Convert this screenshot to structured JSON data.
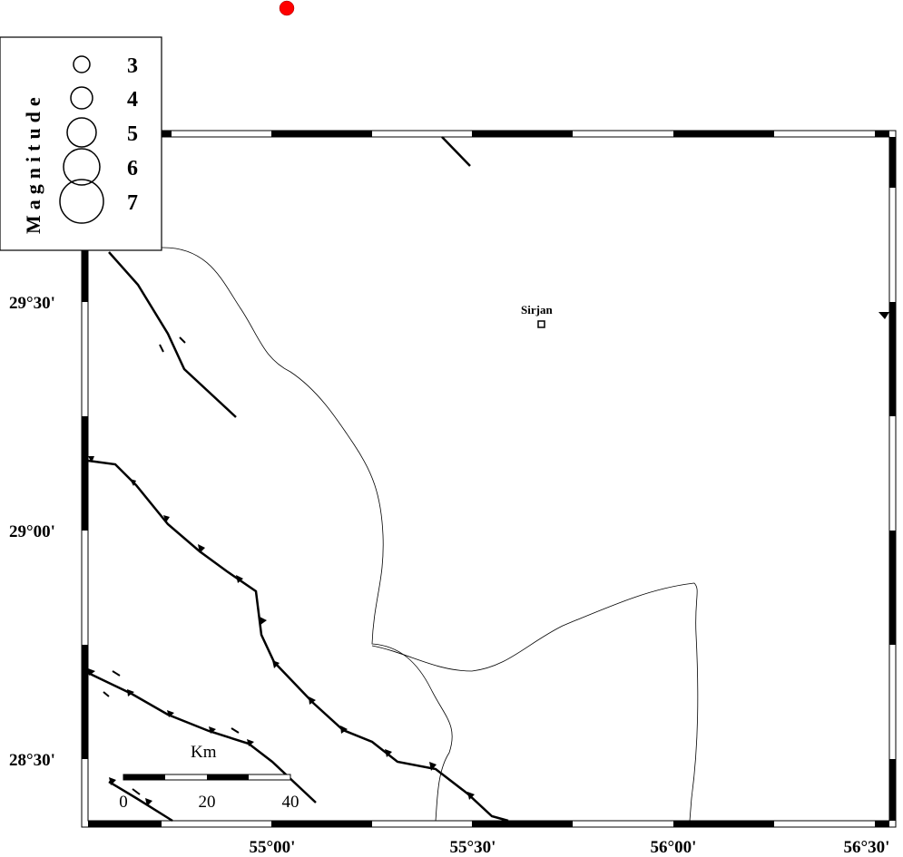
{
  "map": {
    "longitude_labels": [
      "55°00'",
      "55°30'",
      "56°00'",
      "56°30'"
    ],
    "latitude_labels": [
      "29°30'",
      "29°00'",
      "28°30'"
    ],
    "city": {
      "name": "Sirjan"
    },
    "event_color": "#ff0000"
  },
  "legend": {
    "title": "Magnitude",
    "magnitudes": [
      "3",
      "4",
      "5",
      "6",
      "7"
    ]
  },
  "scale_bar": {
    "unit": "Km",
    "labels": [
      "0",
      "20",
      "40"
    ]
  }
}
